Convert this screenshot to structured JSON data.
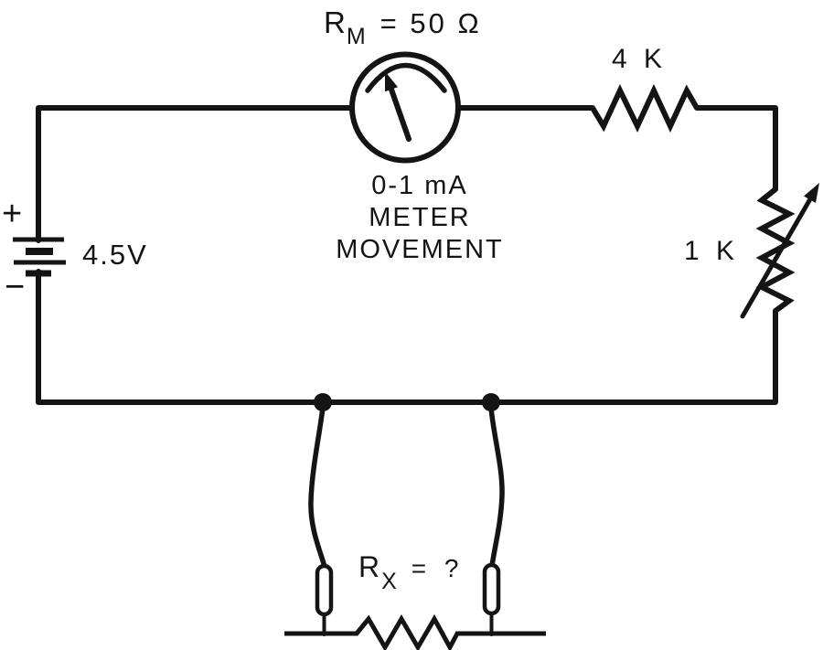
{
  "colors": {
    "ink": "#141414",
    "background": "#ffffff"
  },
  "labels": {
    "meter_resistance": {
      "symbol": "R",
      "subscript": "M",
      "equals_value": "= 50 Ω"
    },
    "meter_caption": {
      "line1": "0-1 mA",
      "line2": "METER",
      "line3": "MOVEMENT"
    },
    "battery": {
      "plus": "+",
      "minus": "−",
      "voltage": "4.5V"
    },
    "series_resistor": {
      "value": "4 K"
    },
    "adjustable_resistor": {
      "value": "1 K"
    },
    "unknown_resistor": {
      "symbol": "R",
      "subscript": "X",
      "equals_value": "= ?"
    }
  }
}
